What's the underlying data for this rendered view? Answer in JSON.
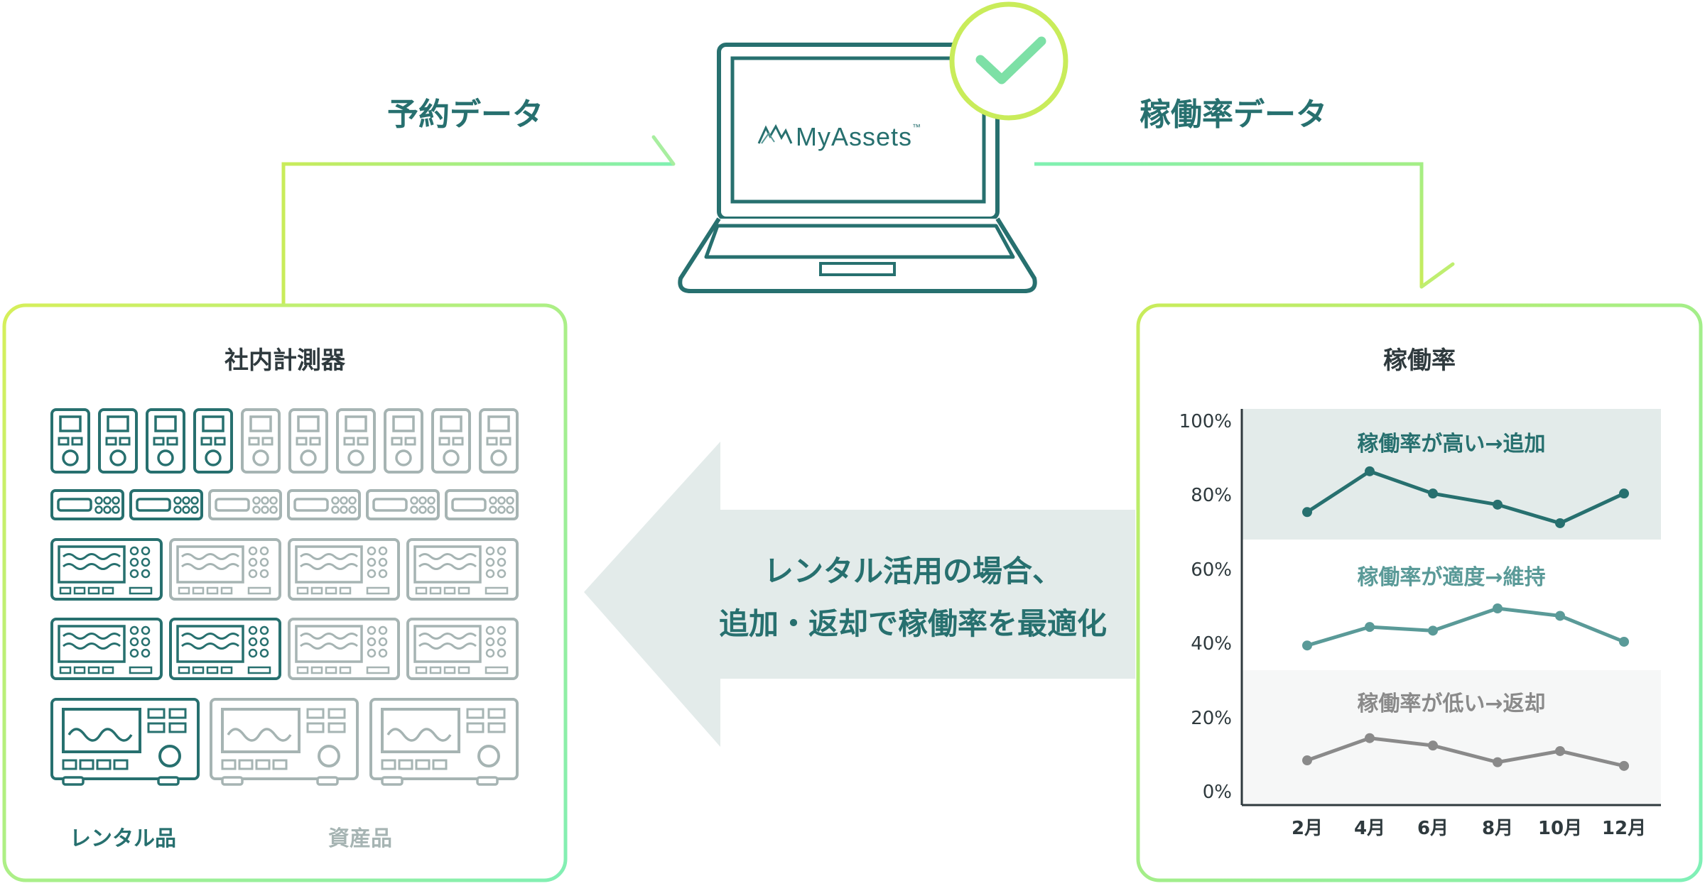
{
  "flow": {
    "left_label": "予約データ",
    "right_label": "稼働率データ"
  },
  "laptop": {
    "logo_text": "MyAssets",
    "tm": "™"
  },
  "left_box": {
    "title": "社内計測器",
    "legend_rental": "レンタル品",
    "legend_asset": "資産品"
  },
  "center_arrow": {
    "line1": "レンタル活用の場合、",
    "line2": "追加・返却で稼働率を最適化"
  },
  "right_box": {
    "title": "稼働率"
  },
  "colors": {
    "dark_teal": "#27706f",
    "mid_teal": "#5a9a98",
    "gray": "#8a8a8a",
    "pale_gray": "#a6b4b3",
    "lime": "#c9ec5a",
    "mint": "#7ff0b2",
    "zone_high": "#e3ebea",
    "zone_low": "#f6f7f7",
    "arrow_fill": "#e3ebea"
  },
  "chart_data": {
    "type": "line",
    "title": "稼働率",
    "categories": [
      "2月",
      "4月",
      "6月",
      "8月",
      "10月",
      "12月"
    ],
    "y_ticks": [
      "100%",
      "80%",
      "60%",
      "40%",
      "20%",
      "0%"
    ],
    "ylim": [
      0,
      100
    ],
    "grid": false,
    "zones": [
      {
        "label": "稼働率が高い→追加",
        "range": [
          70,
          100
        ]
      },
      {
        "label": "稼働率が適度→維持",
        "range": [
          35,
          70
        ]
      },
      {
        "label": "稼働率が低い→返却",
        "range": [
          0,
          35
        ]
      }
    ],
    "series": [
      {
        "values": [
          76,
          87,
          81,
          78,
          73,
          81
        ]
      },
      {
        "values": [
          40,
          45,
          44,
          50,
          48,
          41
        ]
      },
      {
        "values": [
          9,
          15,
          13,
          8.5,
          11.5,
          7.5
        ]
      }
    ]
  }
}
